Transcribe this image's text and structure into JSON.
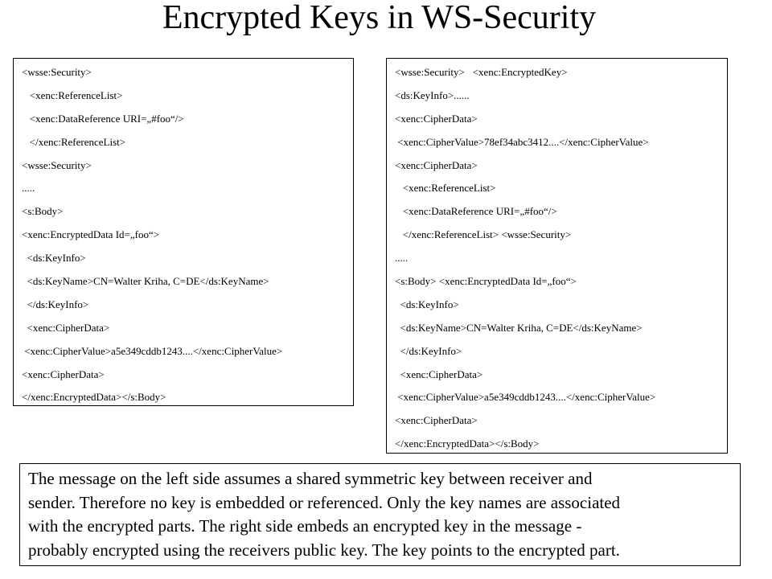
{
  "title": "Encrypted Keys in WS-Security",
  "left_code": [
    "<wsse:Security>",
    "   <xenc:ReferenceList>",
    "   <xenc:DataReference URI=„#foo“/>",
    "   </xenc:ReferenceList>",
    "<wsse:Security>",
    ".....",
    "<s:Body>",
    "<xenc:EncryptedData Id=„foo“>",
    "  <ds:KeyInfo>",
    "  <ds:KeyName>CN=Walter Kriha, C=DE</ds:KeyName>",
    "  </ds:KeyInfo>",
    "  <xenc:CipherData>",
    " <xenc:CipherValue>a5e349cddb1243....</xenc:CipherValue>",
    "<xenc:CipherData>",
    "</xenc:EncryptedData></s:Body>"
  ],
  "right_code": [
    "<wsse:Security>   <xenc:EncryptedKey>",
    "<ds:KeyInfo>......",
    "<xenc:CipherData>",
    " <xenc:CipherValue>78ef34abc3412....</xenc:CipherValue>",
    "<xenc:CipherData>",
    "   <xenc:ReferenceList>",
    "   <xenc:DataReference URI=„#foo“/>",
    "   </xenc:ReferenceList> <wsse:Security>",
    ".....",
    "<s:Body> <xenc:EncryptedData Id=„foo“>",
    "  <ds:KeyInfo>",
    "  <ds:KeyName>CN=Walter Kriha, C=DE</ds:KeyName>",
    "  </ds:KeyInfo>",
    "  <xenc:CipherData>",
    " <xenc:CipherValue>a5e349cddb1243....</xenc:CipherValue>",
    "<xenc:CipherData>",
    "</xenc:EncryptedData></s:Body>"
  ],
  "description": [
    "The message on the left side assumes a shared symmetric key between receiver and",
    "sender. Therefore no key is embedded or referenced. Only the key names are associated",
    "with the encrypted parts. The right side embeds an encrypted key in the message  -",
    "probably encrypted using the receivers public key. The key points to the encrypted part."
  ]
}
